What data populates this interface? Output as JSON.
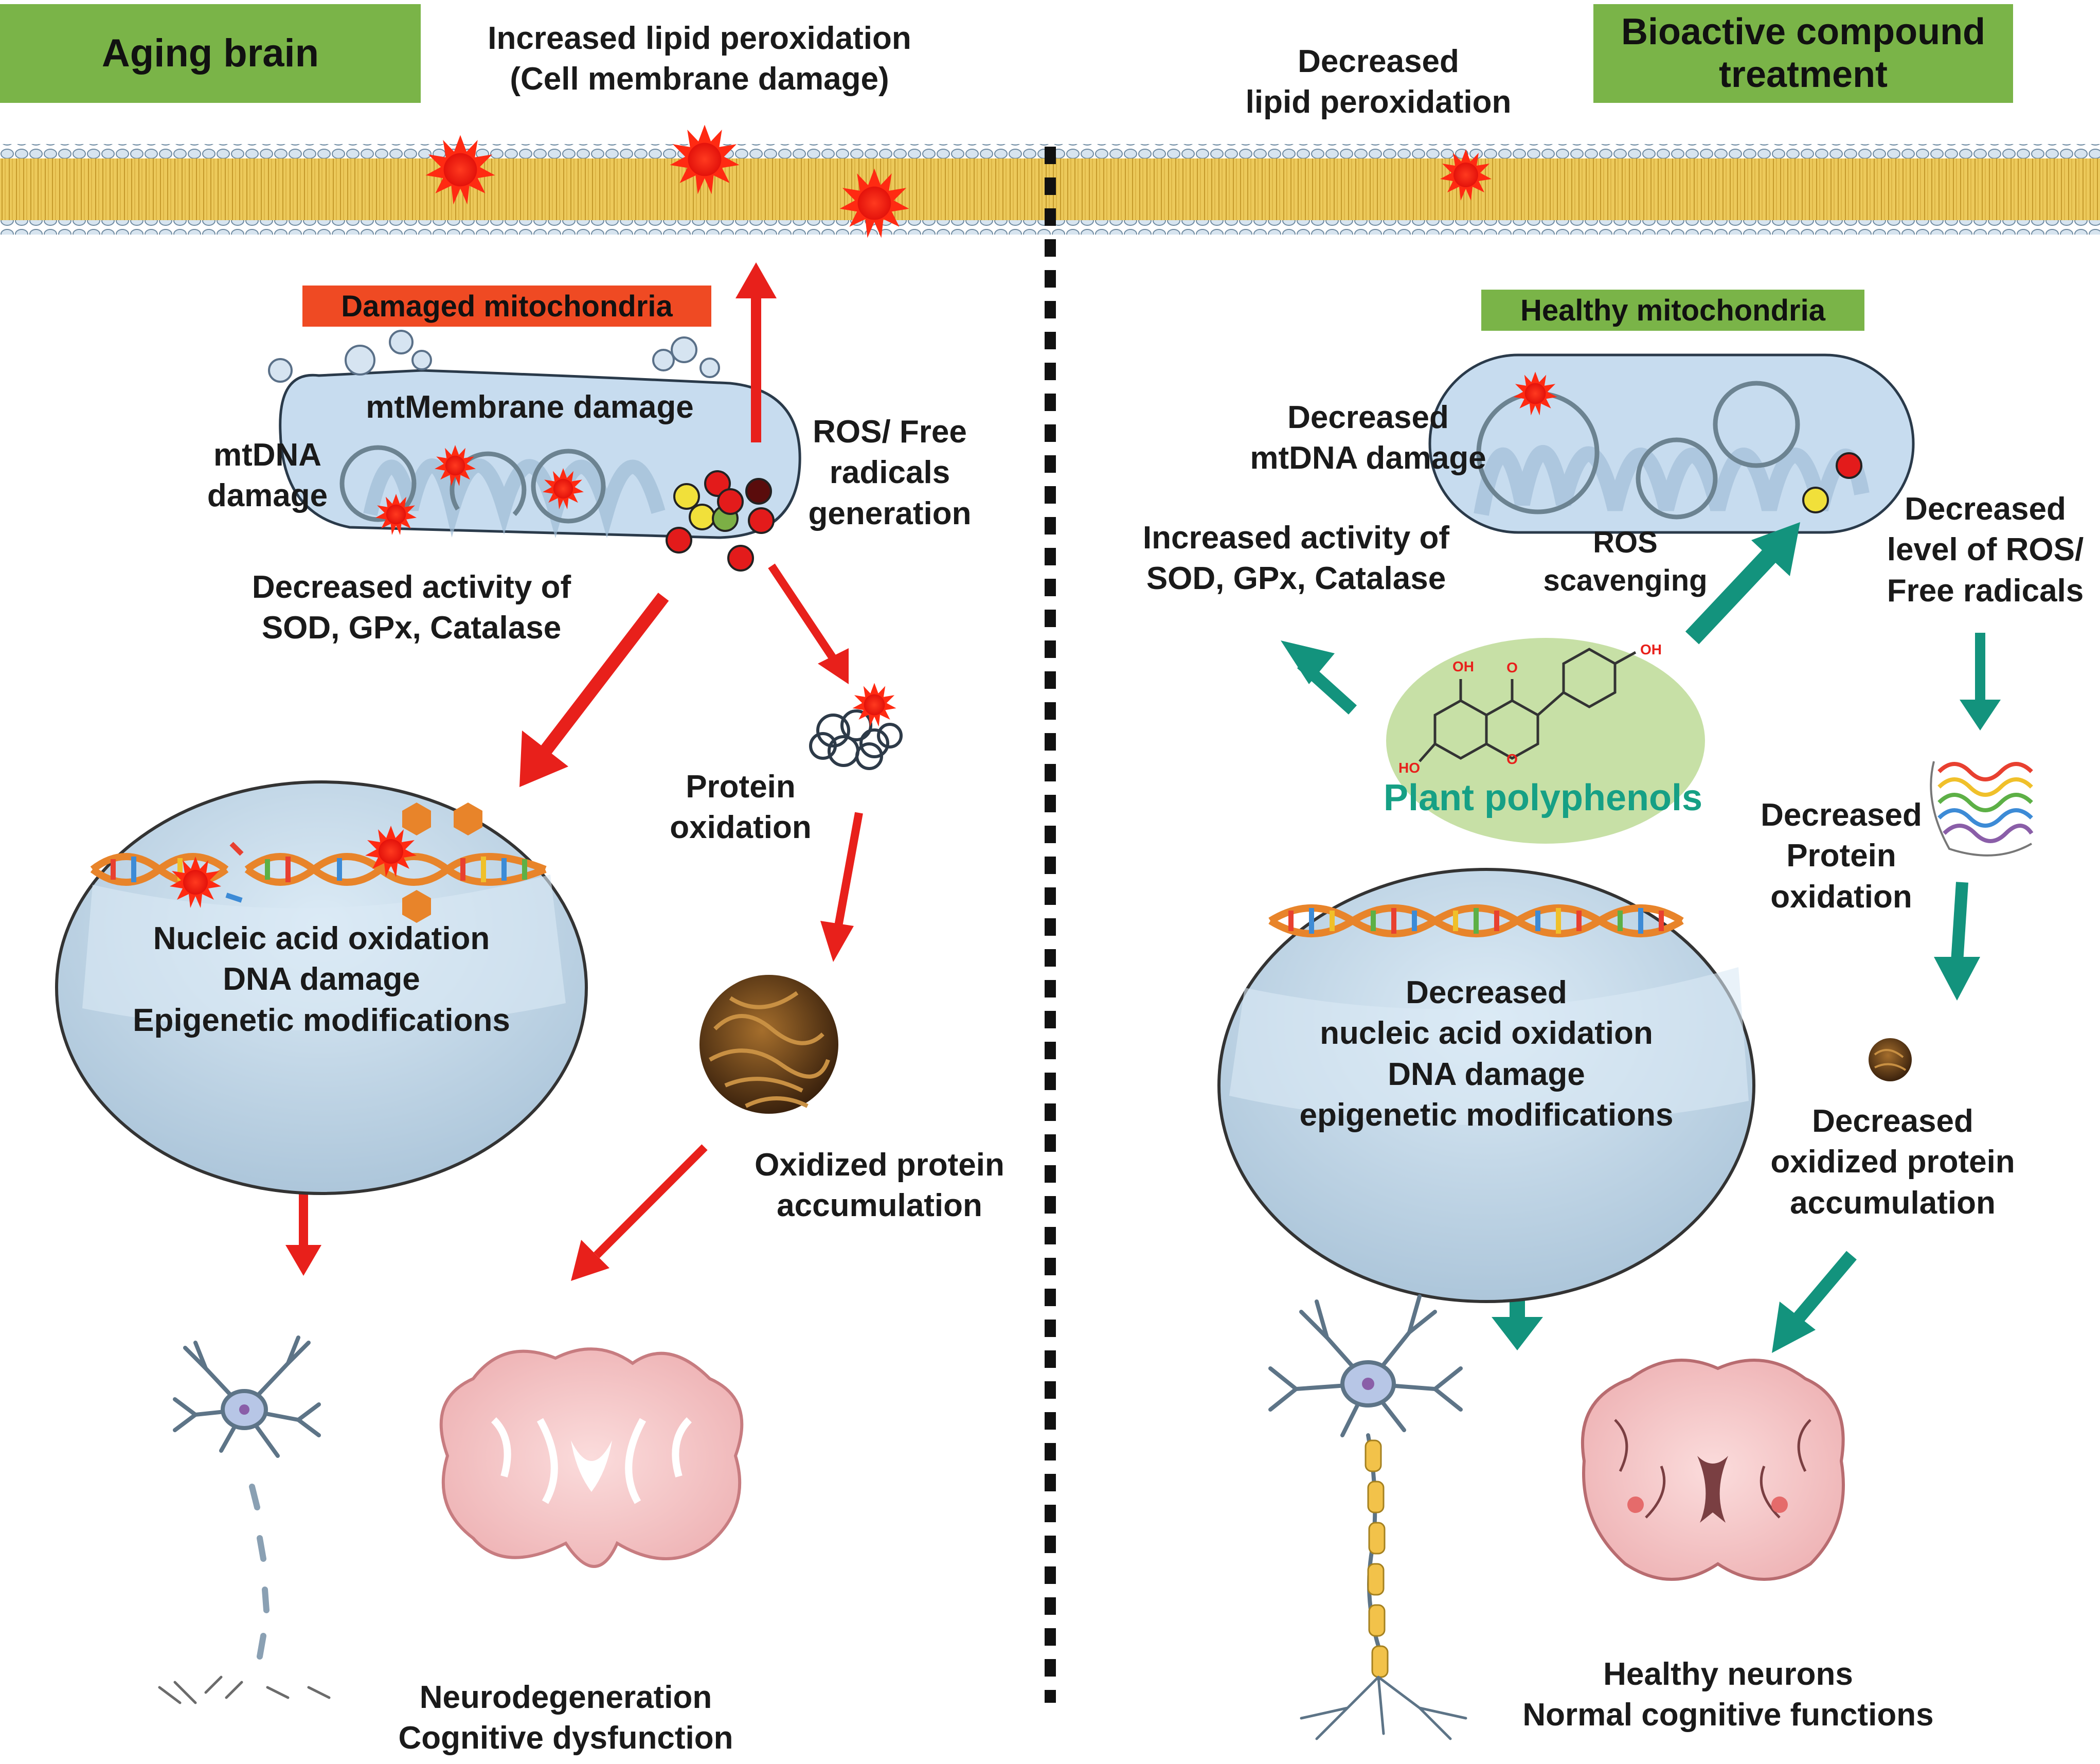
{
  "left": {
    "header": "Aging brain",
    "lipid_line1": "Increased lipid peroxidation",
    "lipid_line2": "(Cell membrane damage)",
    "mito_tag": "Damaged mitochondria",
    "mt_membrane": "mtMembrane damage",
    "mtdna_line1": "mtDNA",
    "mtdna_line2": "damage",
    "ros_line1": "ROS/ Free",
    "ros_line2": "radicals",
    "ros_line3": "generation",
    "enzymes_line1": "Decreased activity of",
    "enzymes_line2": "SOD, GPx, Catalase",
    "protein_ox_line1": "Protein",
    "protein_ox_line2": "oxidation",
    "nucleus_line1": "Nucleic acid oxidation",
    "nucleus_line2": "DNA damage",
    "nucleus_line3": "Epigenetic modifications",
    "accum_line1": "Oxidized protein",
    "accum_line2": "accumulation",
    "outcome_line1": "Neurodegeneration",
    "outcome_line2": "Cognitive dysfunction"
  },
  "right": {
    "header_line1": "Bioactive compound",
    "header_line2": "treatment",
    "lipid_line1": "Decreased",
    "lipid_line2": "lipid peroxidation",
    "mito_tag": "Healthy mitochondria",
    "mtdna_line1": "Decreased",
    "mtdna_line2": "mtDNA damage",
    "enzymes_line1": "Increased activity of",
    "enzymes_line2": "SOD, GPx, Catalase",
    "ros_scav_line1": "ROS",
    "ros_scav_line2": "scavenging",
    "ros_level_line1": "Decreased",
    "ros_level_line2": "level of ROS/",
    "ros_level_line3": "Free radicals",
    "polyphenols": "Plant polyphenols",
    "oh1": "OH",
    "oh2": "OH",
    "oh3": "HO",
    "o1": "O",
    "o2": "O",
    "protein_ox_line1": "Decreased",
    "protein_ox_line2": "Protein",
    "protein_ox_line3": "oxidation",
    "nucleus_line1": "Decreased",
    "nucleus_line2": "nucleic acid oxidation",
    "nucleus_line3": "DNA damage",
    "nucleus_line4": "epigenetic modifications",
    "accum_line1": "Decreased",
    "accum_line2": "oxidized protein",
    "accum_line3": "accumulation",
    "outcome_line1": "Healthy neurons",
    "outcome_line2": "Normal cognitive functions"
  },
  "colors": {
    "banner_green": "#7ab448",
    "damaged_tag": "#ef4a23",
    "healthy_tag": "#7ab448",
    "red_arrow": "#e8201b",
    "teal_arrow": "#13937d",
    "polyphenol_text": "#16a085",
    "membrane_yellow": "#e9c34d",
    "nucleus_blue": "#c9dfee",
    "mito_blue": "#c7dcef"
  }
}
